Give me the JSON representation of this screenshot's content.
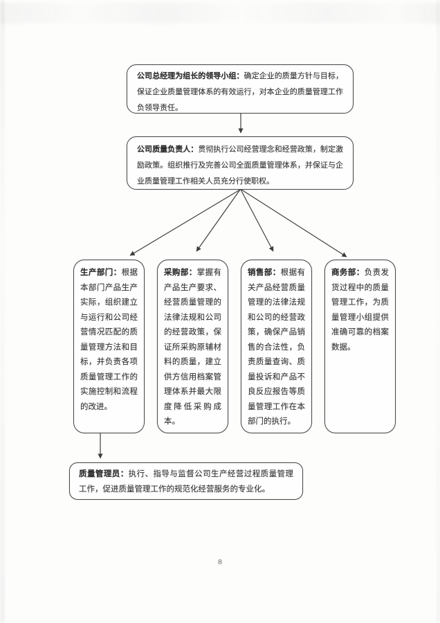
{
  "page": {
    "number": "8"
  },
  "colors": {
    "ink": "#3a3a3a",
    "box_border": "#4c4c4c",
    "arrow": "#3d3d3d",
    "page_bg": "#fdfdfc"
  },
  "diagram": {
    "top_box": {
      "title": "公司总经理为组长的领导小组：",
      "body": "确定企业的质量方针与目标，保证企业质量管理体系的有效运行，对本企业的质量管理工作负领导责任。"
    },
    "second_box": {
      "title": "公司质量负责人：",
      "body": "贯彻执行公司经营理念和经营政策，制定激励政策。组织推行及完善公司全面质量管理体系，并保证与企业质量管理工作相关人员充分行使职权。"
    },
    "departments": [
      {
        "title": "生产部门：",
        "body": "根据本部门产品生产实际，组织建立与运行和公司经营情况匹配的质量管理方法和目标，并负责各项质量管理工作的实施控制和流程的改进。"
      },
      {
        "title": "采购部：",
        "body": "掌握有产品生产要求、经营质量管理的法律法规和公司的经营政策，保证所采购原辅材料的质量，建立供方信用档案管理体系并最大限度降低采购成本。"
      },
      {
        "title": "销售部：",
        "body": "根据有关产品经营质量管理的法律法规和公司的经营政策，确保产品销售的合法性，负责质量查询、质量投诉和产品不良反应报告等质量管理工作在本部门的执行。"
      },
      {
        "title": "商务部：",
        "body": "负责发货过程中的质量管理工作，为质量管理小组提供准确可靠的档案数据。"
      }
    ],
    "bottom_box": {
      "title": "质量管理员：",
      "body": "执行、指导与监督公司生产经营过程质量管理工作，促进质量管理工作的规范化经营服务的专业化。"
    }
  }
}
